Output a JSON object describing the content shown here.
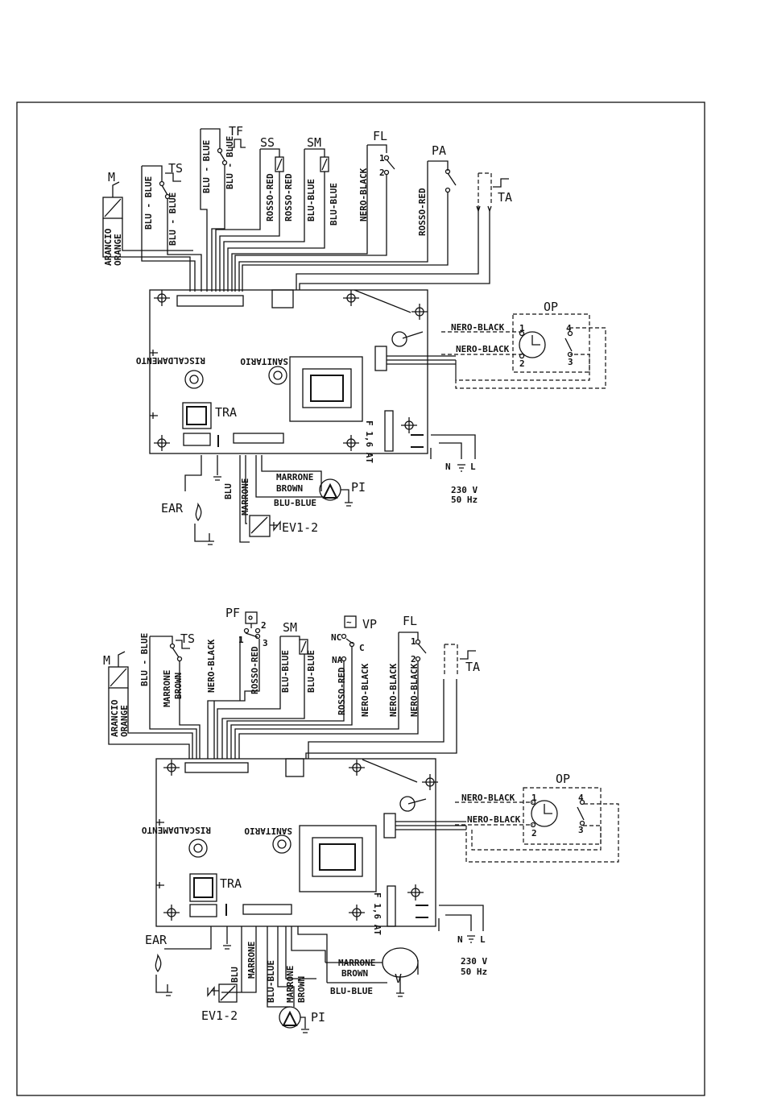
{
  "colors": {
    "line": "#111111",
    "background": "#ffffff"
  },
  "top": {
    "M": "M",
    "TS": "TS",
    "TF": "TF",
    "SS": "SS",
    "SM": "SM",
    "FL": "FL",
    "PA": "PA",
    "TA": "TA",
    "OP": "OP",
    "TRA": "TRA",
    "EAR": "EAR",
    "PI": "PI",
    "EV": "EV1-2",
    "arancio": "ARANCIO",
    "orange": "ORANGE",
    "blu_blue": "BLU - BLUE",
    "rosso_red": "ROSSO-RED",
    "blu_blue2": "BLU-BLUE",
    "nero_black": "NERO-BLACK",
    "marrone": "MARRONE",
    "brown": "BROWN",
    "blu": "BLU",
    "riscaldamento": "RISCALDAMENTO",
    "sanitario": "SANITARIO",
    "fuse": "F 1,6 AT",
    "N": "N",
    "L": "L",
    "L2": "L",
    "v230": "230  V",
    "hz50": "50  Hz",
    "p1": "1",
    "p2": "2",
    "p3": "3",
    "p4": "4"
  },
  "bottom": {
    "M": "M",
    "TS": "TS",
    "PF": "PF",
    "SM": "SM",
    "VP": "VP",
    "FL": "FL",
    "TA": "TA",
    "OP": "OP",
    "TRA": "TRA",
    "EAR": "EAR",
    "PI": "PI",
    "EV": "EV1-2",
    "V": "V",
    "NC": "NC",
    "NA": "NA",
    "C": "C",
    "arancio": "ARANCIO",
    "orange": "ORANGE",
    "blu_blue": "BLU - BLUE",
    "blu_blue2": "BLU-BLUE",
    "marrone": "MARRONE",
    "brown": "BROWN",
    "nero_black": "NERO-BLACK",
    "rosso_red": "ROSSO-RED",
    "blu": "BLU",
    "riscaldamento": "RISCALDAMENTO",
    "sanitario": "SANITARIO",
    "fuse": "F 1,6 AT",
    "N": "N",
    "L": "L",
    "v230": "230  V",
    "hz50": "50  Hz",
    "p1": "1",
    "p2": "2",
    "p3": "3",
    "p4": "4"
  }
}
